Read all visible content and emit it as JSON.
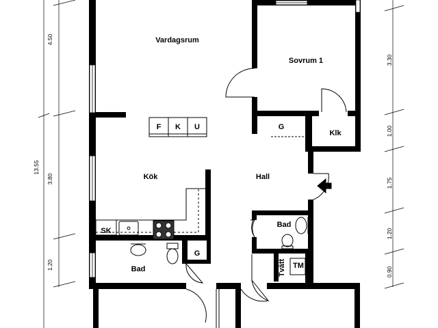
{
  "rooms": {
    "vardagsrum": "Vardagsrum",
    "sovrum1": "Sovrum 1",
    "kok": "Kök",
    "hall": "Hall",
    "klk": "Klk",
    "g_top": "G",
    "bad_left": "Bad",
    "bad_right": "Bad",
    "g_bottom": "G",
    "tm": "TM",
    "tvatt": "Tvätt",
    "sk": "SK",
    "f": "F",
    "k": "K",
    "u": "U"
  },
  "dimensions": {
    "left": [
      "4.50",
      "13.55",
      "3.80",
      "1.20"
    ],
    "right": [
      "3.30",
      "1.00",
      "1.75",
      "1.20",
      "0.90"
    ]
  }
}
